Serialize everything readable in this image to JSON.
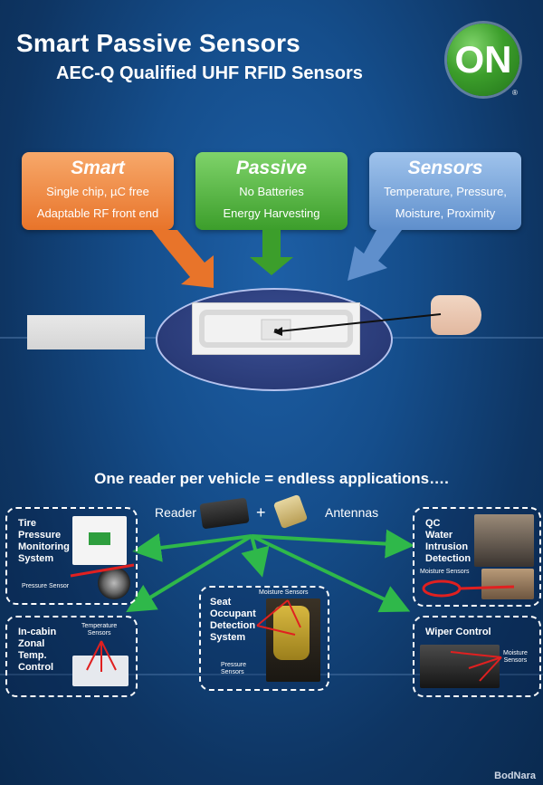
{
  "header": {
    "title": "Smart Passive Sensors",
    "subtitle": "AEC-Q Qualified UHF RFID Sensors",
    "logo_text": "ON",
    "logo_mark": "®"
  },
  "pillars": [
    {
      "heading": "Smart",
      "line1": "Single chip, µC free",
      "line2": "Adaptable RF front end"
    },
    {
      "heading": "Passive",
      "line1": "No Batteries",
      "line2": "Energy Harvesting"
    },
    {
      "heading": "Sensors",
      "line1": "Temperature, Pressure,",
      "line2": "Moisture, Proximity"
    }
  ],
  "tagline": "One reader per vehicle = endless applications….",
  "reader": {
    "label": "Reader",
    "plus": "+",
    "antennas": "Antennas"
  },
  "apps": {
    "tire": {
      "title": "Tire\nPressure\nMonitoring\nSystem",
      "note": "Pressure Sensor"
    },
    "cabin": {
      "title": "In-cabin\nZonal\nTemp.\nControl",
      "note": "Temperature\nSensors"
    },
    "seat": {
      "title": "Seat\nOccupant\nDetection\nSystem",
      "note_top": "Moisture Sensors",
      "note_bottom": "Pressure\nSensors"
    },
    "qc": {
      "title": "QC\nWater\nIntrusion\nDetection",
      "note": "Moisture Sensors"
    },
    "wiper": {
      "title": "Wiper Control",
      "note": "Moisture\nSensors"
    }
  },
  "watermark": "BodNara",
  "colors": {
    "smart": "#e8742a",
    "passive": "#3c9e2b",
    "sensors": "#5f8fcc",
    "connector": "#2fb84a",
    "annotation": "#e02020"
  }
}
